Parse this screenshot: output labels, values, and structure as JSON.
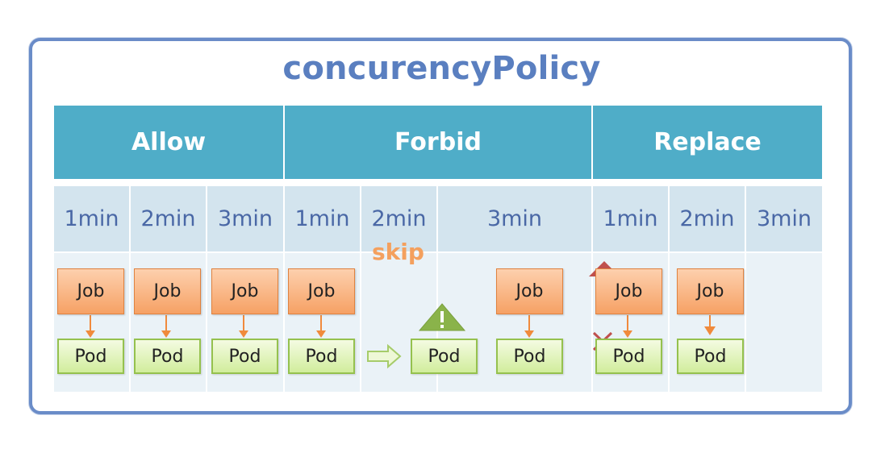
{
  "diagram": {
    "title": "concurencyPolicy",
    "policies": [
      {
        "name": "Allow"
      },
      {
        "name": "Forbid"
      },
      {
        "name": "Replace"
      }
    ],
    "time_labels": [
      "1min",
      "2min",
      "3min",
      "1min",
      "2min",
      "3min",
      "1min",
      "2min",
      "3min"
    ],
    "job_label": "Job",
    "pod_label": "Pod",
    "skip_label": "skip",
    "colors": {
      "header": "#4fadc8",
      "title": "#5a7fc0",
      "job": "#f6a164",
      "pod": "#d1ed9c",
      "skip": "#f4a05e",
      "warning": "#8ab34a",
      "replace_mark": "#c0504d"
    }
  }
}
